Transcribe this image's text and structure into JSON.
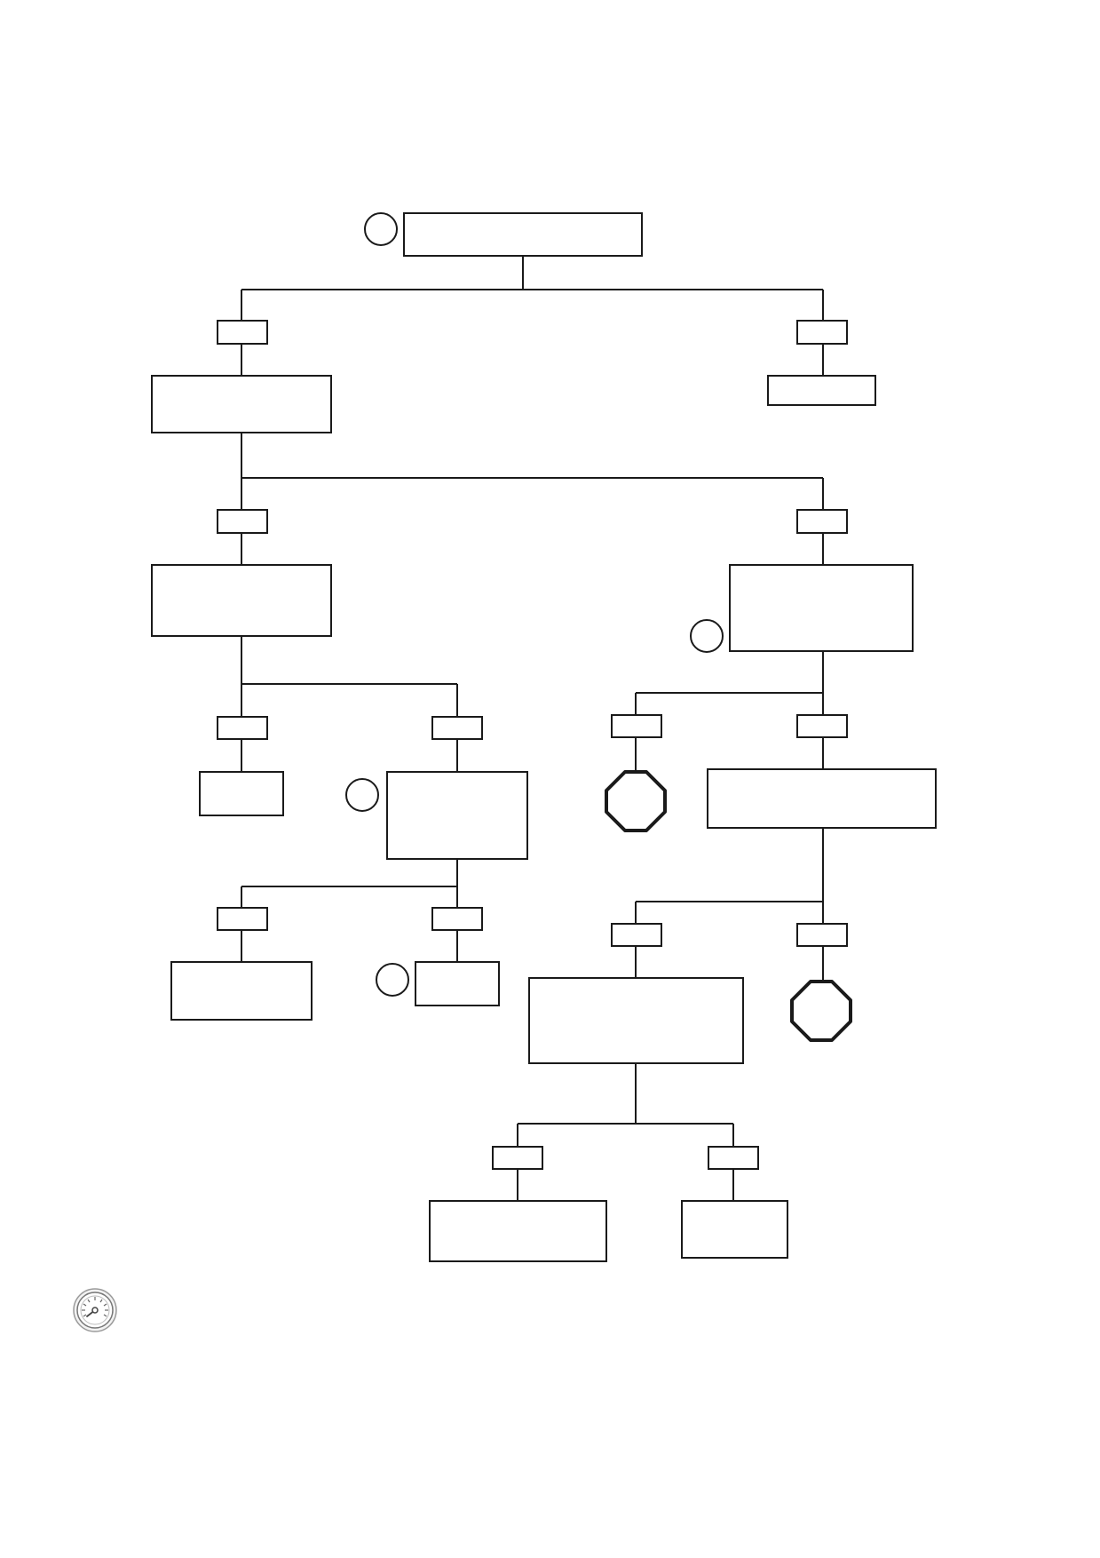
{
  "diagram": {
    "type": "flowchart",
    "stroke_color": "#1a1a1a",
    "background": "#ffffff",
    "nodes": [
      {
        "id": "root",
        "kind": "box",
        "label": ""
      },
      {
        "id": "n1",
        "kind": "box",
        "label": ""
      },
      {
        "id": "n2",
        "kind": "box",
        "label": ""
      },
      {
        "id": "n3",
        "kind": "box",
        "label": ""
      },
      {
        "id": "n4",
        "kind": "box",
        "label": ""
      },
      {
        "id": "n5",
        "kind": "box",
        "label": ""
      },
      {
        "id": "n6",
        "kind": "box",
        "label": ""
      },
      {
        "id": "n7",
        "kind": "box",
        "label": ""
      },
      {
        "id": "n8",
        "kind": "box",
        "label": ""
      },
      {
        "id": "n9",
        "kind": "box",
        "label": ""
      },
      {
        "id": "n10",
        "kind": "box",
        "label": ""
      },
      {
        "id": "n11",
        "kind": "box",
        "label": ""
      },
      {
        "id": "n12",
        "kind": "box",
        "label": ""
      },
      {
        "id": "stop1",
        "kind": "stop",
        "label": ""
      },
      {
        "id": "stop2",
        "kind": "stop",
        "label": ""
      }
    ],
    "decision_tags": [
      "",
      "",
      "",
      "",
      "",
      "",
      "",
      "",
      "",
      "",
      "",
      "",
      "",
      "",
      "",
      ""
    ],
    "step_markers": [
      "",
      "",
      "",
      "",
      ""
    ],
    "corner_icon": "gauge-icon"
  }
}
